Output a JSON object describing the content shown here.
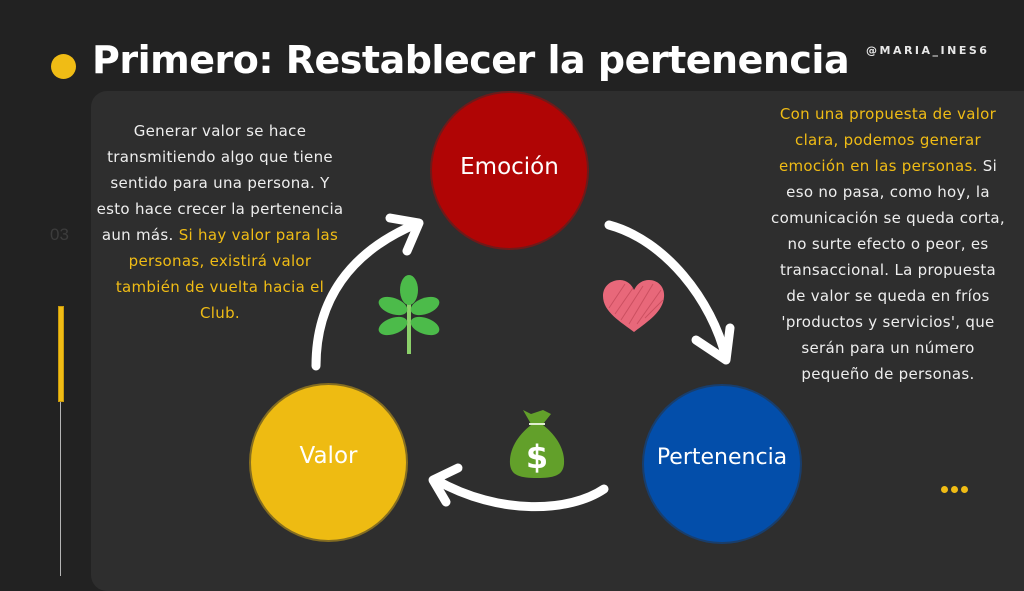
{
  "header": {
    "title": "Primero: Restablecer la pertenencia",
    "handle": "@MARIA_INES6",
    "slide_number": "03"
  },
  "left_text": {
    "plain": "Generar valor se hace transmitiendo algo que tiene sentido para una persona. Y esto hace crecer la pertenencia aun más.",
    "highlight": "Si hay valor para las personas, existirá valor también de vuelta hacia el Club."
  },
  "right_text": {
    "highlight": "Con una propuesta de valor clara, podemos generar emoción en las personas.",
    "plain": "Si eso no pasa, como hoy, la comunicación se queda corta, no surte efecto o peor, es transaccional. La propuesta de valor se queda en fríos 'productos y servicios', que serán para un número pequeño de personas."
  },
  "cycle": {
    "nodes": [
      {
        "label": "Emoción",
        "color": "#b00505"
      },
      {
        "label": "Pertenencia",
        "color": "#034eaa"
      },
      {
        "label": "Valor",
        "color": "#eebb12"
      }
    ],
    "icons": [
      "plant-icon",
      "heart-icon",
      "money-bag-icon"
    ]
  },
  "colors": {
    "accent": "#f0bc15",
    "background": "#222222",
    "panel": "#2e2e2e"
  }
}
